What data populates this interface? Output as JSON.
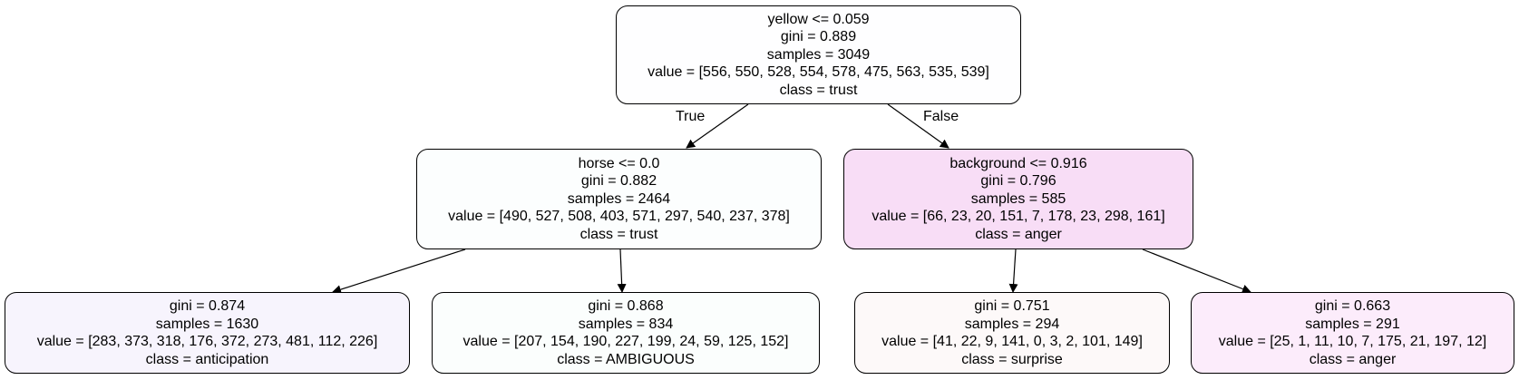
{
  "tree": {
    "root": {
      "lines": [
        "yellow <= 0.059",
        "gini = 0.889",
        "samples = 3049",
        "value = [556, 550, 528, 554, 578, 475, 563, 535, 539]",
        "class = trust"
      ],
      "fill": "#fefeff"
    },
    "left": {
      "lines": [
        "horse <= 0.0",
        "gini = 0.882",
        "samples = 2464",
        "value = [490, 527, 508, 403, 571, 297, 540, 237, 378]",
        "class = trust"
      ],
      "fill": "#fcfefe"
    },
    "right": {
      "lines": [
        "background <= 0.916",
        "gini = 0.796",
        "samples = 585",
        "value = [66, 23, 20, 151, 7, 178, 23, 298, 161]",
        "class = anger"
      ],
      "fill": "#f8ddf6"
    },
    "left_left": {
      "lines": [
        "gini = 0.874",
        "samples = 1630",
        "value = [283, 373, 318, 176, 372, 273, 481, 112, 226]",
        "class = anticipation"
      ],
      "fill": "#f7f4fd"
    },
    "left_right": {
      "lines": [
        "gini = 0.868",
        "samples = 834",
        "value = [207, 154, 190, 227, 199, 24, 59, 125, 152]",
        "class = AMBIGUOUS"
      ],
      "fill": "#fbfefd"
    },
    "right_left": {
      "lines": [
        "gini = 0.751",
        "samples = 294",
        "value = [41, 22, 9, 141, 0, 3, 2, 101, 149]",
        "class = surprise"
      ],
      "fill": "#fdf9f9"
    },
    "right_right": {
      "lines": [
        "gini = 0.663",
        "samples = 291",
        "value = [25, 1, 11, 10, 7, 175, 21, 197, 12]",
        "class = anger"
      ],
      "fill": "#fcecfb"
    },
    "edge_true_label": "True",
    "edge_false_label": "False"
  }
}
